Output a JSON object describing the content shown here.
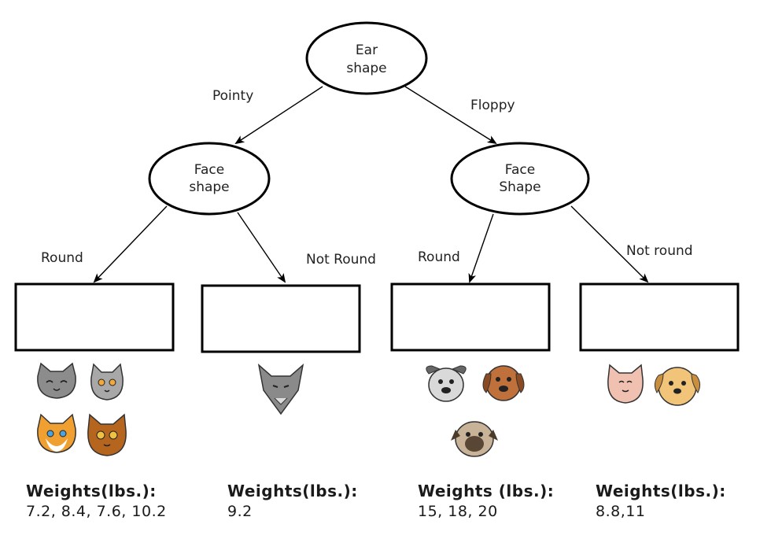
{
  "root": {
    "line1": "Ear",
    "line2": "shape"
  },
  "left_node": {
    "line1": "Face",
    "line2": "shape"
  },
  "right_node": {
    "line1": "Face",
    "line2": "Shape"
  },
  "edges": {
    "pointy": "Pointy",
    "floppy": "Floppy",
    "left_round": "Round",
    "left_not_round": "Not Round",
    "right_round": "Round",
    "right_not_round": "Not round"
  },
  "leaves": [
    {
      "animals": [
        "gray-cat",
        "gray-cat",
        "orange-cat",
        "brown-cat"
      ],
      "weights_title": "Weights(lbs.):",
      "weights_values": "7.2, 8.4, 7.6, 10.2"
    },
    {
      "animals": [
        "gray-wolf-cat"
      ],
      "weights_title": "Weights(lbs.):",
      "weights_values": "9.2"
    },
    {
      "animals": [
        "gray-dog",
        "brown-dog",
        "pug-dog"
      ],
      "weights_title": "Weights (lbs.):",
      "weights_values": "15,  18, 20"
    },
    {
      "animals": [
        "pink-cat",
        "tan-dog"
      ],
      "weights_title": "Weights(lbs.):",
      "weights_values": "8.8,11"
    }
  ],
  "colors": {
    "stroke": "#000000",
    "cat_gray": "#8a8a8a",
    "cat_orange": "#f0a030",
    "cat_brown": "#b5651d",
    "dog_tan": "#f2c47a",
    "dog_brown": "#c0703a"
  }
}
